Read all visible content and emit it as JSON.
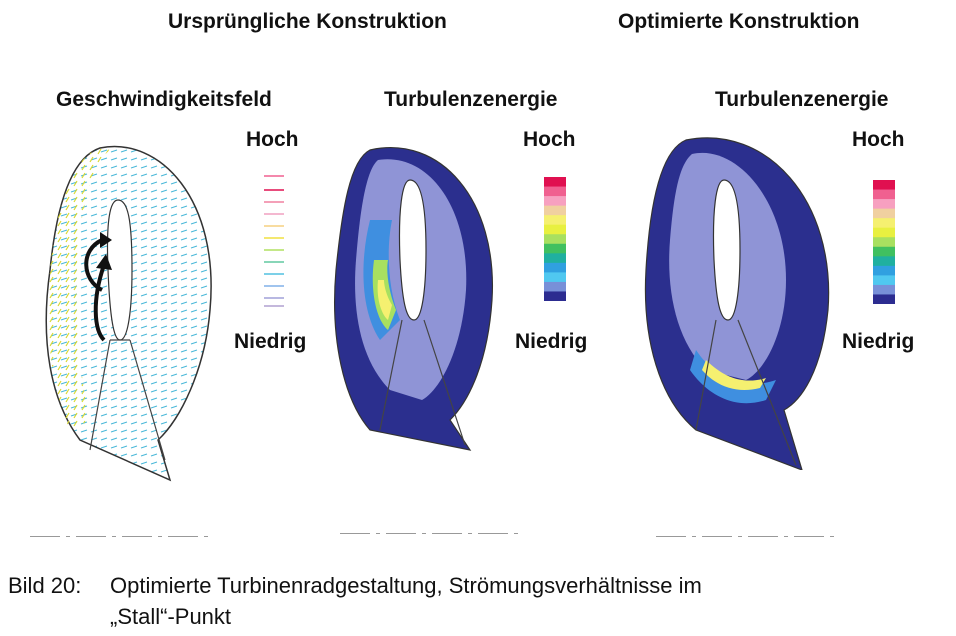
{
  "headers": {
    "left": "Ursprüngliche Konstruktion",
    "right": "Optimierte Konstruktion"
  },
  "panels": [
    {
      "title": "Geschwindigkeitsfeld",
      "high": "Hoch",
      "low": "Niedrig"
    },
    {
      "title": "Turbulenzenergie",
      "high": "Hoch",
      "low": "Niedrig"
    },
    {
      "title": "Turbulenzenergie",
      "high": "Hoch",
      "low": "Niedrig"
    }
  ],
  "colors": {
    "scale": [
      "#e01050",
      "#f06090",
      "#f7a0c0",
      "#f0d0a0",
      "#f5f070",
      "#e8f040",
      "#a8e060",
      "#40c060",
      "#20b0a0",
      "#30a0e0",
      "#50c8f0",
      "#7890d8",
      "#2c2c90"
    ],
    "field_dark": "#2b2f8e",
    "field_mid": "#8f94d6",
    "field_light": "#3f8fe0"
  },
  "caption": {
    "label": "Bild 20:",
    "line1": "Optimierte Turbinenradgestaltung, Strömungsverhältnisse im",
    "line2": "„Stall“-Punkt"
  }
}
